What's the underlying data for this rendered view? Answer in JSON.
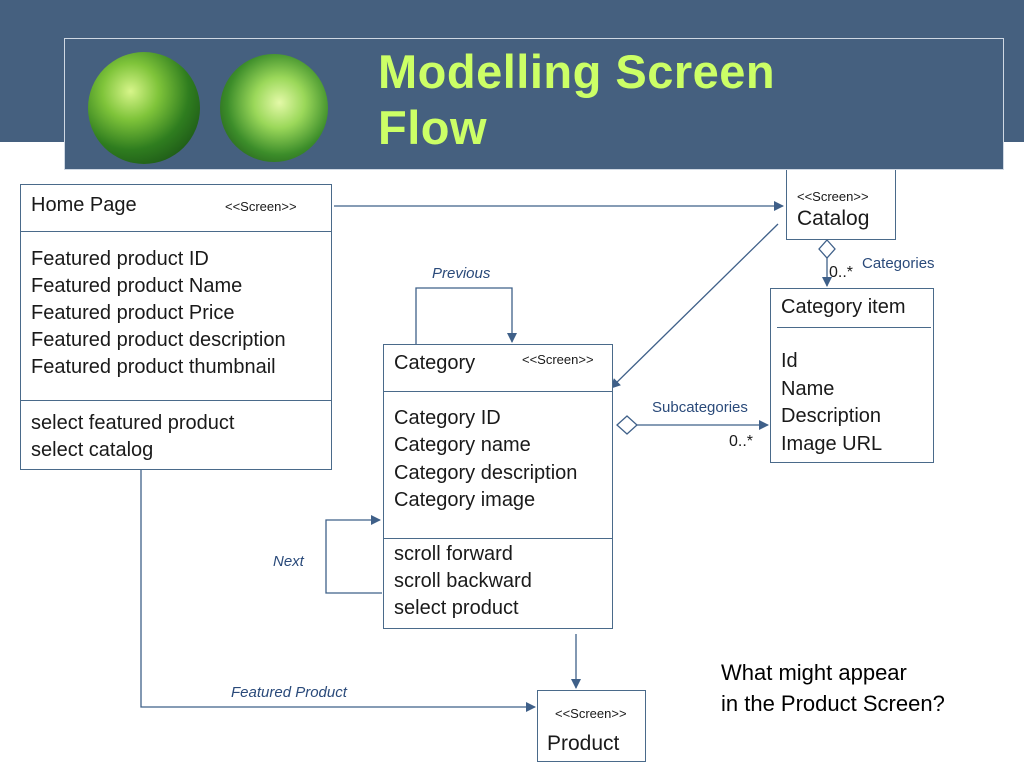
{
  "slide": {
    "title_line1": "Modelling Screen",
    "title_line2": "Flow"
  },
  "home_page": {
    "name": "Home Page",
    "stereotype": "<<Screen>>",
    "attributes": [
      "Featured product ID",
      "Featured product Name",
      "Featured product Price",
      "Featured product description",
      "Featured product thumbnail"
    ],
    "operations": [
      "select featured product",
      "select catalog"
    ]
  },
  "catalog": {
    "stereotype": "<<Screen>>",
    "name": "Catalog"
  },
  "category_item": {
    "name": "Category item",
    "attributes": [
      "Id",
      "Name",
      "Description",
      "Image URL"
    ]
  },
  "category": {
    "name": "Category",
    "stereotype": "<<Screen>>",
    "attributes": [
      "Category ID",
      "Category name",
      "Category description",
      "Category image"
    ],
    "operations": [
      "scroll forward",
      "scroll backward",
      "select product"
    ]
  },
  "product": {
    "stereotype": "<<Screen>>",
    "name": "Product"
  },
  "edges": {
    "previous": "Previous",
    "next": "Next",
    "featured_product": "Featured Product",
    "categories": "Categories",
    "categories_mult": "0..*",
    "subcategories": "Subcategories",
    "subcategories_mult": "0..*"
  },
  "question": {
    "line1": "What might appear",
    "line2": "in the Product Screen?"
  },
  "colors": {
    "band": "#45607f",
    "title": "#ccff66",
    "line": "#3f6089",
    "edge_label": "#2a4a7a"
  }
}
